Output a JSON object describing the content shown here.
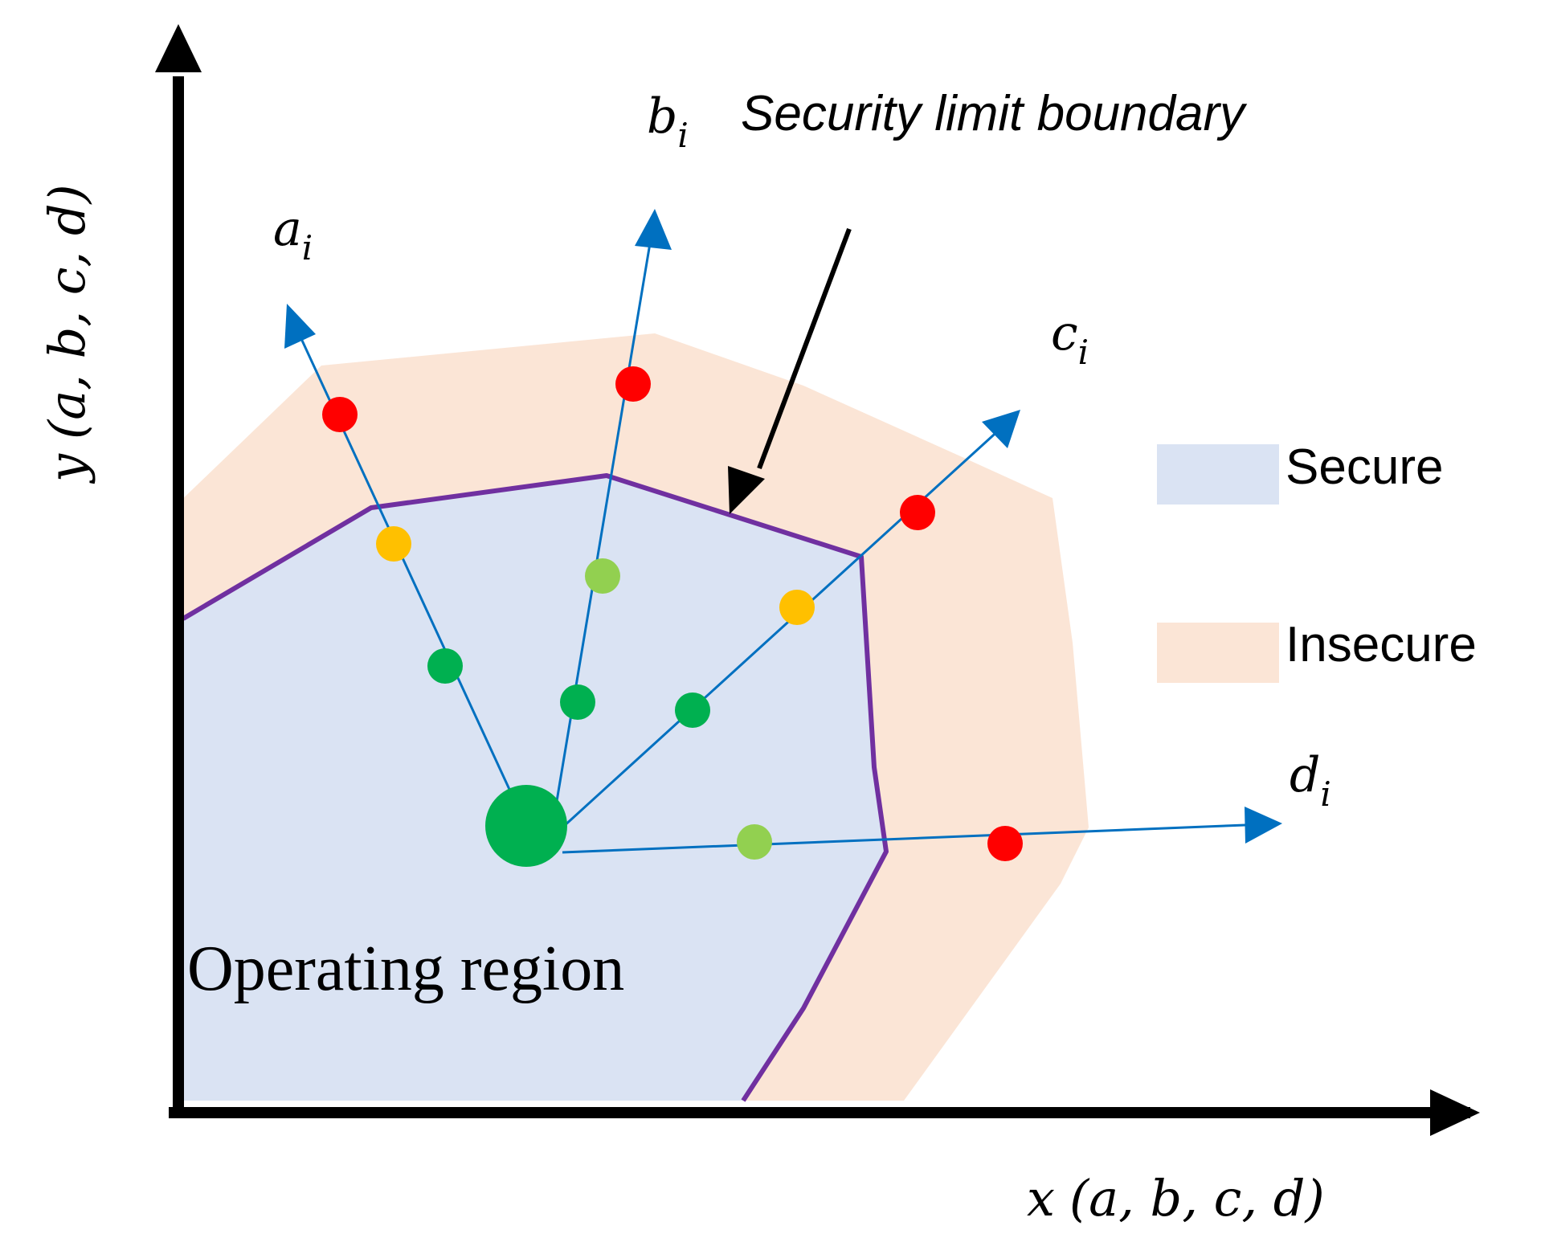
{
  "annotation": {
    "text": "Security limit boundary"
  },
  "axes": {
    "x": {
      "label": "x",
      "args": "(a, b, c, d)"
    },
    "y": {
      "label": "y",
      "args": "(a, b, c, d)"
    }
  },
  "directions": {
    "a": {
      "base": "a",
      "sub": "i"
    },
    "b": {
      "base": "b",
      "sub": "i"
    },
    "c": {
      "base": "c",
      "sub": "i"
    },
    "d": {
      "base": "d",
      "sub": "i"
    }
  },
  "legend": [
    {
      "label": "Secure",
      "color": "#dae3f3"
    },
    {
      "label": "Insecure",
      "color": "#fbe5d6"
    }
  ],
  "region_label": "Operating region",
  "colors": {
    "secure": "#dae3f3",
    "insecure": "#fbe5d6",
    "boundary": "#7030a0",
    "ray": "#0070c0",
    "axis": "#000000",
    "operating_point": "#00b050",
    "point_green": "#00b050",
    "point_light_green": "#92d050",
    "point_yellow": "#ffc000",
    "point_red": "#ff0000"
  }
}
